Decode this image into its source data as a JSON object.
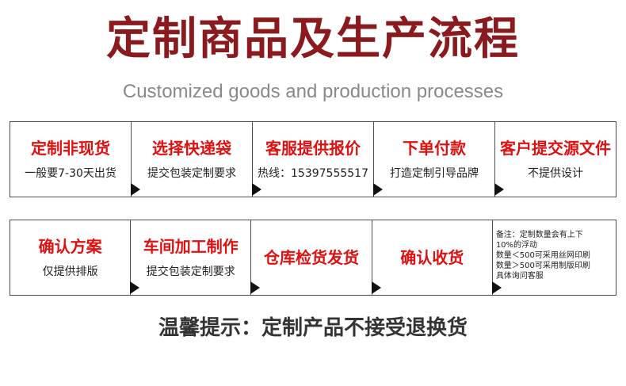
{
  "title": "定制商品及生产流程",
  "subtitle": "Customized goods and production processes",
  "row1": [
    {
      "head": "定制非现货",
      "sub": "一般要7-30天出货"
    },
    {
      "head": "选择快递袋",
      "sub": "提交包装定制要求"
    },
    {
      "head": "客服提供报价",
      "sub": "热线：15397555517"
    },
    {
      "head": "下单付款",
      "sub": "打造定制引导品牌"
    },
    {
      "head": "客户提交源文件",
      "sub": "不提供设计"
    }
  ],
  "row2": [
    {
      "head": "确认方案",
      "sub": "仅提供排版"
    },
    {
      "head": "车间加工制作",
      "sub": "提交包装定制要求"
    },
    {
      "head": "仓库检货发货",
      "sub": ""
    },
    {
      "head": "确认收货",
      "sub": ""
    }
  ],
  "note": [
    "备注：定制数量会有上下",
    "10%的浮动",
    "数量＜500可采用丝网印刷",
    "数量＞500可采用制版印刷",
    "具体询问客服"
  ],
  "tip": "温馨提示：定制产品不接受退换货",
  "colors": {
    "title": "#8b1a1f",
    "step_heading": "#e01010",
    "arrow": "#111111"
  }
}
